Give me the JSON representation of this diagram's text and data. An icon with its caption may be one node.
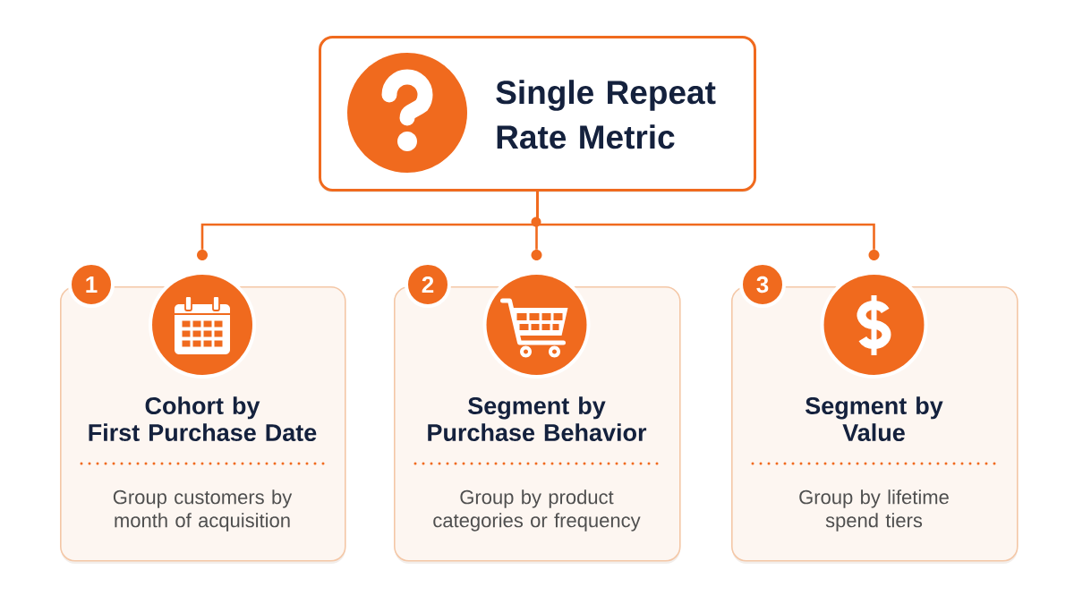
{
  "diagram": {
    "nodes": [
      {
        "text": [
          "Single Repeat Rate Metric"
        ]
      },
      {
        "text": [],
        "shape": "circle"
      },
      {
        "text": [],
        "shape": "circle"
      },
      {
        "text": [],
        "shape": "circle"
      },
      {
        "text": [
          "1"
        ]
      },
      {
        "text": [
          "Cohort by First Purchase Date",
          "Group customers by month of acquisition"
        ]
      },
      {
        "text": [
          "2"
        ]
      },
      {
        "text": [
          "Segment by Purchase Behavior",
          "Group by product categories or frequency"
        ]
      },
      {
        "text": [
          "3"
        ]
      },
      {
        "text": [
          "Segment by Value",
          "Group by lifetime spend tiers"
        ]
      }
    ],
    "edges": [
      {
        "from": 0,
        "to": 1,
        "arrow": "none"
      },
      {
        "from": 0,
        "to": 2,
        "arrow": "none"
      },
      {
        "from": 0,
        "to": 3,
        "arrow": "none"
      }
    ]
  }
}
